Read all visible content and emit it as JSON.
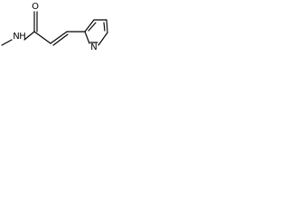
{
  "molecule": {
    "atoms": {
      "amine_nitrogen": "N",
      "amine_hydrogen": "H",
      "carbonyl_oxygen": "O",
      "ring_nitrogen": "N"
    }
  }
}
